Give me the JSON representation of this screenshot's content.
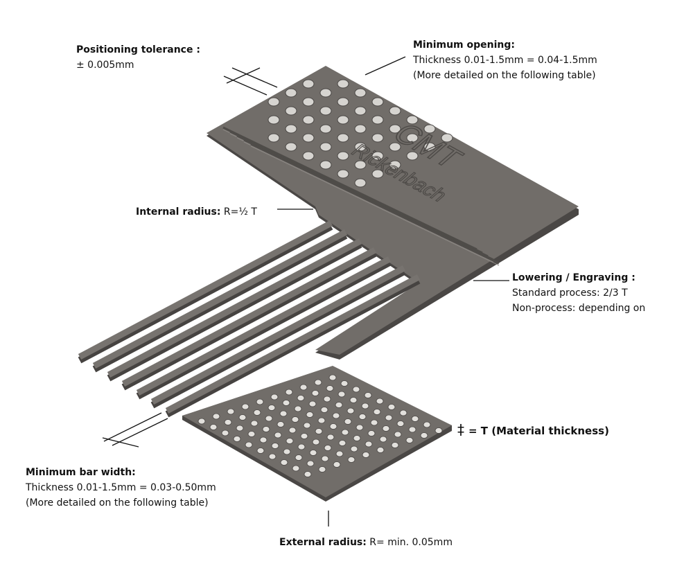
{
  "logo": {
    "brand": "CMT",
    "sub": "Rickenbach"
  },
  "labels": {
    "positioning": {
      "title": "Positioning tolerance :",
      "value": "± 0.005mm"
    },
    "opening": {
      "title": "Minimum opening:",
      "line1": "Thickness 0.01-1.5mm = 0.04-1.5mm",
      "line2": "(More detailed on the following table)"
    },
    "internal": {
      "title": "Internal radius:",
      "value": " R=½ T"
    },
    "lowering": {
      "title": "Lowering / Engraving :",
      "line1": "Standard process: 2/3 T",
      "line2": "Non-process: depending on"
    },
    "thickness": {
      "symbol": "‡",
      "title": "= T (Material thickness)"
    },
    "bar": {
      "title": "Minimum bar width:",
      "line1": "Thickness 0.01-1.5mm = 0.03-0.50mm",
      "line2": "(More detailed on the following table)"
    },
    "external": {
      "title": "External radius:",
      "value": " R= min. 0.05mm"
    }
  },
  "colors": {
    "plate": "#6f6b67",
    "edge": "#4a4745",
    "hole": "#d9d7d3"
  }
}
